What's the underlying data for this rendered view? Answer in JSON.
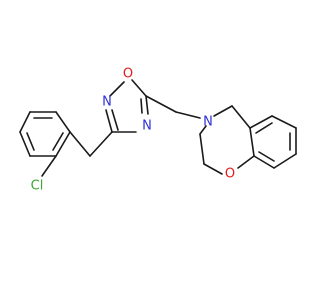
{
  "molecule": {
    "atoms": {
      "cl": {
        "label": "Cl",
        "color": "#3aa832"
      },
      "o_oxadiazole": {
        "label": "O",
        "color": "#e01a1a"
      },
      "n_top": {
        "label": "N",
        "color": "#2f2fd8"
      },
      "n_bottom": {
        "label": "N",
        "color": "#2f2fd8"
      },
      "n_ring": {
        "label": "N",
        "color": "#2f2fd8"
      },
      "o_ring": {
        "label": "O",
        "color": "#e01a1a"
      }
    },
    "bond_color": "#1a1a1a"
  }
}
